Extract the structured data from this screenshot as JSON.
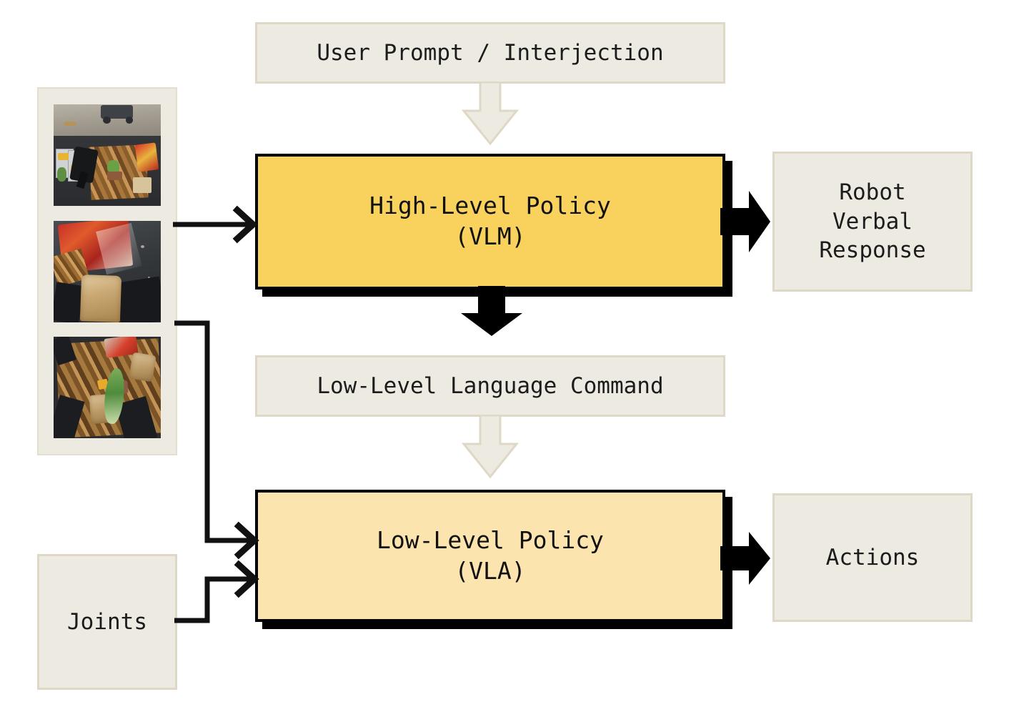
{
  "diagram": {
    "title": "Hierarchical robot policy architecture",
    "colors": {
      "background": "#ffffff",
      "panel_beige": "#EDEAE2",
      "panel_border": "#DFD8C6",
      "high_level_fill": "#F8D25C",
      "low_level_fill": "#FCE4AE",
      "outline": "#000000",
      "light_arrow_fill": "#EDEAE2",
      "light_arrow_stroke": "#DFD8C6"
    }
  },
  "inputs": {
    "camera_strip": {
      "label": "robot-camera-observations",
      "frames": [
        {
          "caption": "Overhead view of kitchen counter with food trays, robot gripper and cutting board"
        },
        {
          "caption": "Close-up of bread slice beside an open chip bag on dark counter"
        },
        {
          "caption": "Sandwich with lettuce leaf on wooden cutting board"
        }
      ]
    },
    "joints": {
      "label": "Joints"
    }
  },
  "messages": {
    "user_prompt": {
      "label": "User Prompt / Interjection"
    },
    "low_level_command": {
      "label": "Low-Level Language Command"
    }
  },
  "policies": {
    "high_level": {
      "line1": "High-Level Policy",
      "line2": "(VLM)"
    },
    "low_level": {
      "line1": "Low-Level Policy",
      "line2": "(VLA)"
    }
  },
  "outputs": {
    "verbal": {
      "label": "Robot\nVerbal\nResponse"
    },
    "actions": {
      "label": "Actions"
    }
  }
}
